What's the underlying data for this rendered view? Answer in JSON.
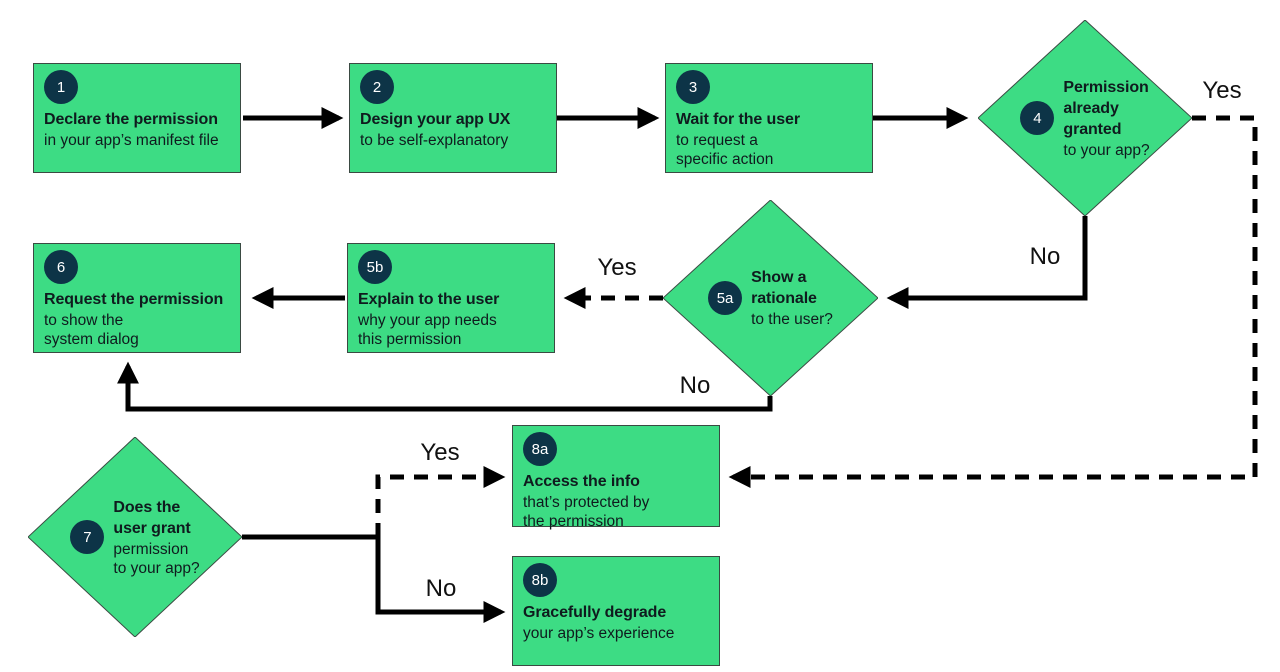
{
  "nodes": {
    "n1": {
      "badge": "1",
      "title": "Declare the permission",
      "body": "in your app’s manifest file"
    },
    "n2": {
      "badge": "2",
      "title": "Design your app UX",
      "body": "to be self-explanatory"
    },
    "n3": {
      "badge": "3",
      "title": "Wait for the user",
      "body": "to request a\nspecific action"
    },
    "n4": {
      "badge": "4",
      "title": "Permission\nalready\ngranted",
      "body": "to your app?"
    },
    "n5a": {
      "badge": "5a",
      "title": "Show a\nrationale",
      "body": "to the user?"
    },
    "n5b": {
      "badge": "5b",
      "title": "Explain to the user",
      "body": "why your app needs\nthis permission"
    },
    "n6": {
      "badge": "6",
      "title": "Request the permission",
      "body": "to show the\nsystem dialog"
    },
    "n7": {
      "badge": "7",
      "title": "Does the\nuser grant",
      "body": "permission\nto your app?"
    },
    "n8a": {
      "badge": "8a",
      "title": "Access the info",
      "body": "that’s protected by\nthe permission"
    },
    "n8b": {
      "badge": "8b",
      "title": "Gracefully degrade",
      "body": "your app’s experience"
    }
  },
  "edge_labels": {
    "d4_yes": "Yes",
    "d4_no": "No",
    "d5a_yes": "Yes",
    "d5a_no": "No",
    "d7_yes": "Yes",
    "d7_no": "No"
  },
  "colors": {
    "node_fill": "#3ddc84",
    "badge_fill": "#0d3447",
    "line": "#000000",
    "background": "#ffffff"
  }
}
